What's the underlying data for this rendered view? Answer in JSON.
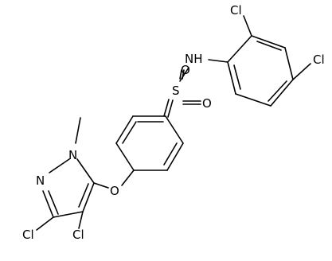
{
  "molecule": {
    "atoms": {
      "cl_aryl_ortho": "Cl",
      "cl_aryl_para": "Cl",
      "nh": "NH",
      "sulfur": "S",
      "oxygen_top": "O",
      "oxygen_bottom": "O",
      "ether_oxygen": "O",
      "n1": "N",
      "n2": "N",
      "cl_pyrazole_3": "Cl",
      "cl_pyrazole_4": "Cl"
    }
  }
}
